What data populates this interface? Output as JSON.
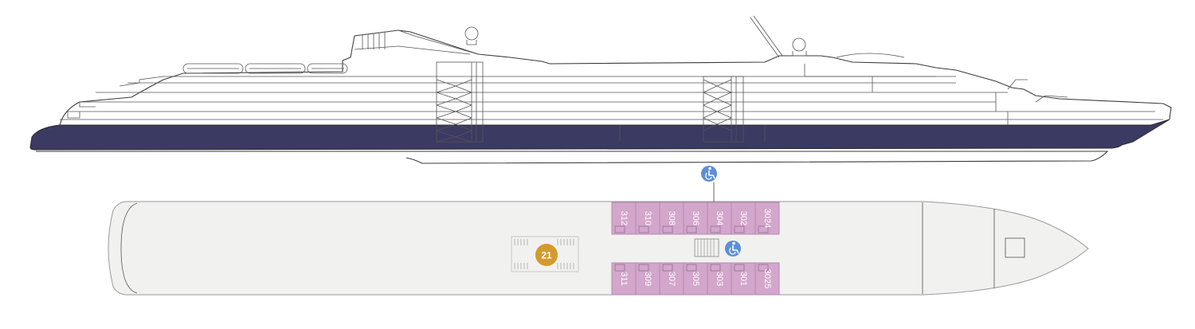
{
  "colors": {
    "hull_band": "#3a3a63",
    "deck_floor": "#f1f1f0",
    "cabin_fill": "#d3a6cc",
    "cabin_stroke": "#b986b0",
    "access_icon": "#5b8fd6",
    "venue_badge": "#d49a2e"
  },
  "deck_plan": {
    "venue_badge": {
      "label": "21",
      "icon": "venue-number-badge"
    },
    "access_icons": [
      {
        "name": "wheelchair-accessible-icon",
        "icon": "wheelchair"
      },
      {
        "name": "wheelchair-accessible-icon",
        "icon": "wheelchair"
      }
    ],
    "cabins_top": [
      "312",
      "310",
      "308",
      "306",
      "304",
      "302",
      "3024"
    ],
    "cabins_bottom": [
      "311",
      "309",
      "307",
      "305",
      "303",
      "301",
      "3025"
    ]
  }
}
